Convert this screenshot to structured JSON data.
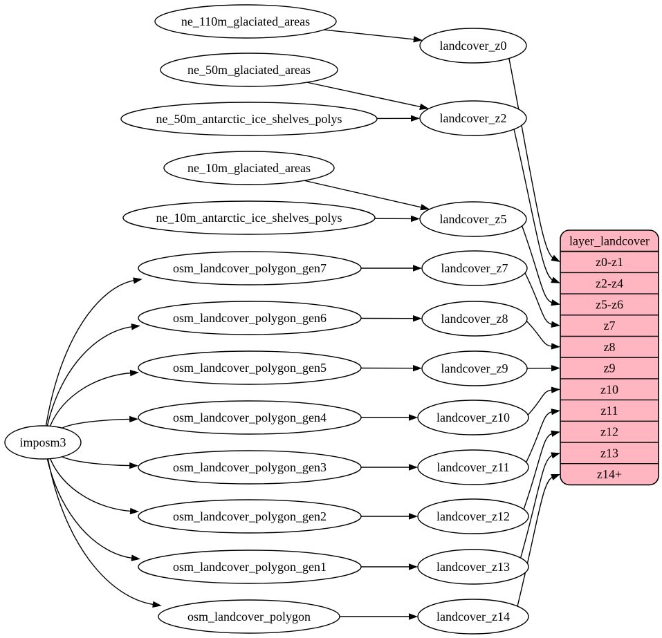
{
  "diagram": {
    "kind": "dataflow-graph",
    "description": "landcover layer generation graph"
  },
  "colors": {
    "background": "#ffffff",
    "node_fill": "#ffffff",
    "node_stroke": "#000000",
    "edge_color": "#000000",
    "table_fill": "#ffb6c1",
    "table_stroke": "#000000",
    "text_color": "#000000"
  },
  "nodes": [
    {
      "id": "imposm3",
      "label": "imposm3"
    },
    {
      "id": "ne_110m_glaciated_areas",
      "label": "ne_110m_glaciated_areas"
    },
    {
      "id": "ne_50m_glaciated_areas",
      "label": "ne_50m_glaciated_areas"
    },
    {
      "id": "ne_50m_antarctic_ice_shelves_polys",
      "label": "ne_50m_antarctic_ice_shelves_polys"
    },
    {
      "id": "ne_10m_glaciated_areas",
      "label": "ne_10m_glaciated_areas"
    },
    {
      "id": "ne_10m_antarctic_ice_shelves_polys",
      "label": "ne_10m_antarctic_ice_shelves_polys"
    },
    {
      "id": "osm_landcover_polygon_gen7",
      "label": "osm_landcover_polygon_gen7"
    },
    {
      "id": "osm_landcover_polygon_gen6",
      "label": "osm_landcover_polygon_gen6"
    },
    {
      "id": "osm_landcover_polygon_gen5",
      "label": "osm_landcover_polygon_gen5"
    },
    {
      "id": "osm_landcover_polygon_gen4",
      "label": "osm_landcover_polygon_gen4"
    },
    {
      "id": "osm_landcover_polygon_gen3",
      "label": "osm_landcover_polygon_gen3"
    },
    {
      "id": "osm_landcover_polygon_gen2",
      "label": "osm_landcover_polygon_gen2"
    },
    {
      "id": "osm_landcover_polygon_gen1",
      "label": "osm_landcover_polygon_gen1"
    },
    {
      "id": "osm_landcover_polygon",
      "label": "osm_landcover_polygon"
    },
    {
      "id": "landcover_z0",
      "label": "landcover_z0"
    },
    {
      "id": "landcover_z2",
      "label": "landcover_z2"
    },
    {
      "id": "landcover_z5",
      "label": "landcover_z5"
    },
    {
      "id": "landcover_z7",
      "label": "landcover_z7"
    },
    {
      "id": "landcover_z8",
      "label": "landcover_z8"
    },
    {
      "id": "landcover_z9",
      "label": "landcover_z9"
    },
    {
      "id": "landcover_z10",
      "label": "landcover_z10"
    },
    {
      "id": "landcover_z11",
      "label": "landcover_z11"
    },
    {
      "id": "landcover_z12",
      "label": "landcover_z12"
    },
    {
      "id": "landcover_z13",
      "label": "landcover_z13"
    },
    {
      "id": "landcover_z14",
      "label": "landcover_z14"
    }
  ],
  "table": {
    "id": "layer_landcover",
    "title": "layer_landcover",
    "rows": [
      "z0-z1",
      "z2-z4",
      "z5-z6",
      "z7",
      "z8",
      "z9",
      "z10",
      "z11",
      "z12",
      "z13",
      "z14+"
    ]
  },
  "edges": [
    {
      "from": "ne_110m_glaciated_areas",
      "to": "landcover_z0"
    },
    {
      "from": "ne_50m_glaciated_areas",
      "to": "landcover_z2"
    },
    {
      "from": "ne_50m_antarctic_ice_shelves_polys",
      "to": "landcover_z2"
    },
    {
      "from": "ne_10m_glaciated_areas",
      "to": "landcover_z5"
    },
    {
      "from": "ne_10m_antarctic_ice_shelves_polys",
      "to": "landcover_z5"
    },
    {
      "from": "imposm3",
      "to": "osm_landcover_polygon_gen7"
    },
    {
      "from": "imposm3",
      "to": "osm_landcover_polygon_gen6"
    },
    {
      "from": "imposm3",
      "to": "osm_landcover_polygon_gen5"
    },
    {
      "from": "imposm3",
      "to": "osm_landcover_polygon_gen4"
    },
    {
      "from": "imposm3",
      "to": "osm_landcover_polygon_gen3"
    },
    {
      "from": "imposm3",
      "to": "osm_landcover_polygon_gen2"
    },
    {
      "from": "imposm3",
      "to": "osm_landcover_polygon_gen1"
    },
    {
      "from": "imposm3",
      "to": "osm_landcover_polygon"
    },
    {
      "from": "osm_landcover_polygon_gen7",
      "to": "landcover_z7"
    },
    {
      "from": "osm_landcover_polygon_gen6",
      "to": "landcover_z8"
    },
    {
      "from": "osm_landcover_polygon_gen5",
      "to": "landcover_z9"
    },
    {
      "from": "osm_landcover_polygon_gen4",
      "to": "landcover_z10"
    },
    {
      "from": "osm_landcover_polygon_gen3",
      "to": "landcover_z11"
    },
    {
      "from": "osm_landcover_polygon_gen2",
      "to": "landcover_z12"
    },
    {
      "from": "osm_landcover_polygon_gen1",
      "to": "landcover_z13"
    },
    {
      "from": "osm_landcover_polygon",
      "to": "landcover_z14"
    },
    {
      "from": "landcover_z0",
      "to": "layer_landcover",
      "row": "z0-z1"
    },
    {
      "from": "landcover_z2",
      "to": "layer_landcover",
      "row": "z2-z4"
    },
    {
      "from": "landcover_z5",
      "to": "layer_landcover",
      "row": "z5-z6"
    },
    {
      "from": "landcover_z7",
      "to": "layer_landcover",
      "row": "z7"
    },
    {
      "from": "landcover_z8",
      "to": "layer_landcover",
      "row": "z8"
    },
    {
      "from": "landcover_z9",
      "to": "layer_landcover",
      "row": "z9"
    },
    {
      "from": "landcover_z10",
      "to": "layer_landcover",
      "row": "z10"
    },
    {
      "from": "landcover_z11",
      "to": "layer_landcover",
      "row": "z11"
    },
    {
      "from": "landcover_z12",
      "to": "layer_landcover",
      "row": "z12"
    },
    {
      "from": "landcover_z13",
      "to": "layer_landcover",
      "row": "z13"
    },
    {
      "from": "landcover_z14",
      "to": "layer_landcover",
      "row": "z14+"
    }
  ]
}
